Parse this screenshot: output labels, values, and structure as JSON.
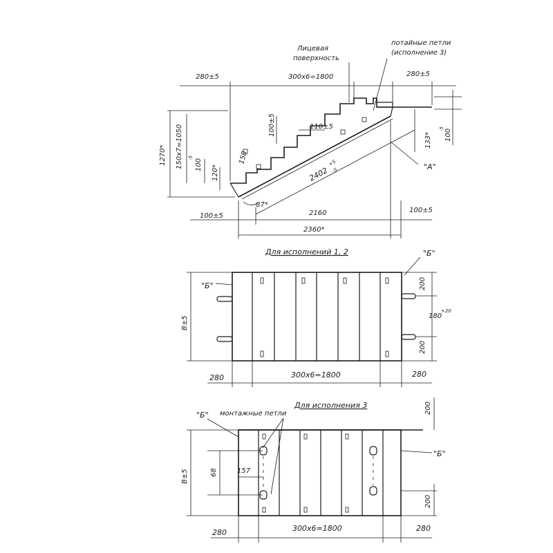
{
  "section": {
    "labels": {
      "face": [
        "Лицевая",
        "поверхность"
      ],
      "loops": [
        "потайные петли",
        "(исполнение 3)"
      ],
      "d280_left": "280±5",
      "d1800": "300x6=1800",
      "d280_right": "280±5",
      "d100_top": "100±5",
      "d110": "110±5",
      "d100_right": "100",
      "d100_right_tol": "-5",
      "d133": "133*",
      "A": "\"А\"",
      "d1270": "1270*",
      "d1050": "150x7=1050",
      "d100_left": "100",
      "d100_left_tol": "-5",
      "d150": "150",
      "d120": "120*",
      "d2402": "2402",
      "d2402_tol_up": "+5",
      "d2402_tol_dn": "-5",
      "d87": "87*",
      "d100_bl": "100±5",
      "d2160": "2160",
      "d100_br": "100±5",
      "d2360": "2360*"
    }
  },
  "plan12": {
    "title": "Для исполнений 1, 2",
    "labels": {
      "B": "\"Б\"",
      "Bleft": "\"Б\"",
      "d200_top": "200",
      "d180": "180",
      "d180_tol": "+20",
      "d200_bot": "200",
      "B5": "В±5",
      "d280_l": "280",
      "d1800": "300x6=1800",
      "d280_r": "280"
    }
  },
  "plan3": {
    "title": "Для исполнения 3",
    "labels": {
      "loops": "монтажные петли",
      "B_left": "\"Б\"",
      "B_right": "\"Б\"",
      "d200_top": "200",
      "d68": "68",
      "d157": "157",
      "B5": "В±5",
      "d200_bot": "200",
      "d280_l": "280",
      "d1800": "300x6=1800",
      "d280_r": "280"
    }
  }
}
